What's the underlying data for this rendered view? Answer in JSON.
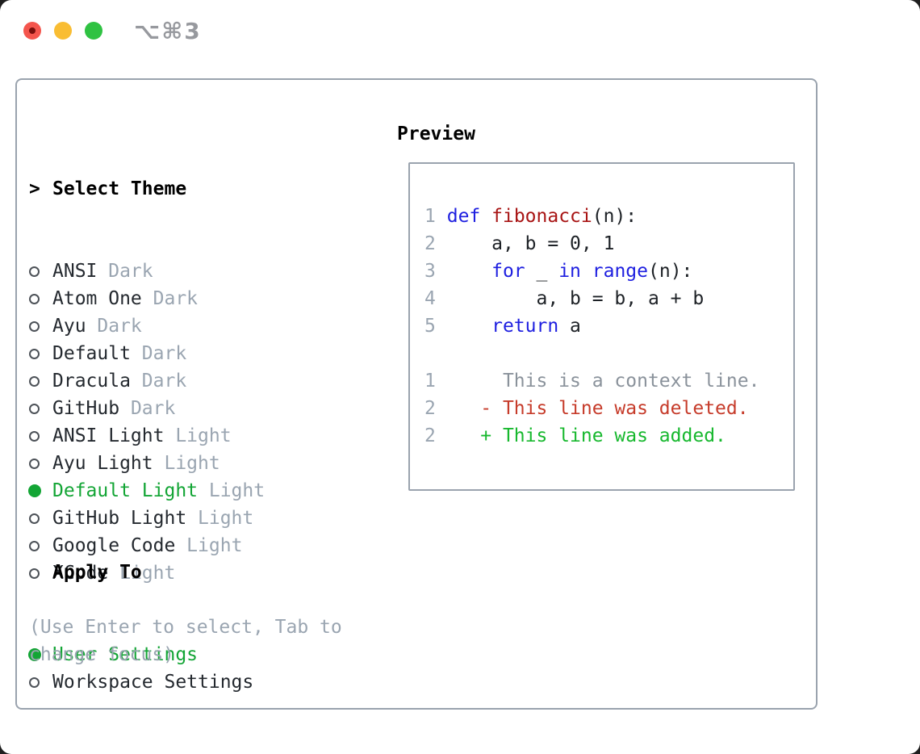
{
  "titlebar": {
    "shortcut": "⌥⌘3"
  },
  "theme_list": {
    "cursor": ">",
    "heading": "Select Theme",
    "items": [
      {
        "name": "ANSI",
        "variant": "Dark",
        "selected": false
      },
      {
        "name": "Atom One",
        "variant": "Dark",
        "selected": false
      },
      {
        "name": "Ayu",
        "variant": "Dark",
        "selected": false
      },
      {
        "name": "Default",
        "variant": "Dark",
        "selected": false
      },
      {
        "name": "Dracula",
        "variant": "Dark",
        "selected": false
      },
      {
        "name": "GitHub",
        "variant": "Dark",
        "selected": false
      },
      {
        "name": "ANSI Light",
        "variant": "Light",
        "selected": false
      },
      {
        "name": "Ayu Light",
        "variant": "Light",
        "selected": false
      },
      {
        "name": "Default Light",
        "variant": "Light",
        "selected": true
      },
      {
        "name": "GitHub Light",
        "variant": "Light",
        "selected": false
      },
      {
        "name": "Google Code",
        "variant": "Light",
        "selected": false
      },
      {
        "name": "XCode",
        "variant": "Light",
        "selected": false
      }
    ]
  },
  "apply_to": {
    "heading": "Apply To",
    "options": [
      {
        "label": "User Settings",
        "selected": true
      },
      {
        "label": "Workspace Settings",
        "selected": false
      }
    ]
  },
  "help_text": "(Use Enter to select, Tab to change focus)",
  "preview": {
    "heading": "Preview",
    "code_lines": [
      {
        "no": "1",
        "segments": [
          {
            "t": " ",
            "c": "pl"
          },
          {
            "t": "def",
            "c": "kw"
          },
          {
            "t": " ",
            "c": "pl"
          },
          {
            "t": "fibonacci",
            "c": "fn"
          },
          {
            "t": "(n):",
            "c": "pl"
          }
        ]
      },
      {
        "no": "2",
        "segments": [
          {
            "t": "     a, b = 0, 1",
            "c": "pl"
          }
        ]
      },
      {
        "no": "3",
        "segments": [
          {
            "t": "     ",
            "c": "pl"
          },
          {
            "t": "for",
            "c": "kw"
          },
          {
            "t": " _ ",
            "c": "pl"
          },
          {
            "t": "in",
            "c": "kw"
          },
          {
            "t": " ",
            "c": "pl"
          },
          {
            "t": "range",
            "c": "kw"
          },
          {
            "t": "(n):",
            "c": "pl"
          }
        ]
      },
      {
        "no": "4",
        "segments": [
          {
            "t": "         a, b = b, a + b",
            "c": "pl"
          }
        ]
      },
      {
        "no": "5",
        "segments": [
          {
            "t": "     ",
            "c": "pl"
          },
          {
            "t": "return",
            "c": "kw"
          },
          {
            "t": " a",
            "c": "pl"
          }
        ]
      },
      {
        "no": "",
        "segments": []
      },
      {
        "no": "1",
        "segments": [
          {
            "t": "      This is a context line.",
            "c": "ctx"
          }
        ]
      },
      {
        "no": "2",
        "segments": [
          {
            "t": "    - This line was deleted.",
            "c": "del"
          }
        ]
      },
      {
        "no": "2",
        "segments": [
          {
            "t": "    + This line was added.",
            "c": "add"
          }
        ]
      }
    ]
  },
  "colors": {
    "accent_green": "#13a535",
    "added_green": "#17b82e",
    "deleted_red": "#c63b2a",
    "keyword_blue": "#1e1fe0",
    "function_red": "#a81414",
    "muted_gray": "#9aa5b1",
    "context_gray": "#8a929b",
    "text_dark": "#24292f",
    "border_gray": "#9aa3ae",
    "traffic_red": "#f4554d",
    "traffic_yellow": "#f9bd33",
    "traffic_green": "#2fc242"
  }
}
